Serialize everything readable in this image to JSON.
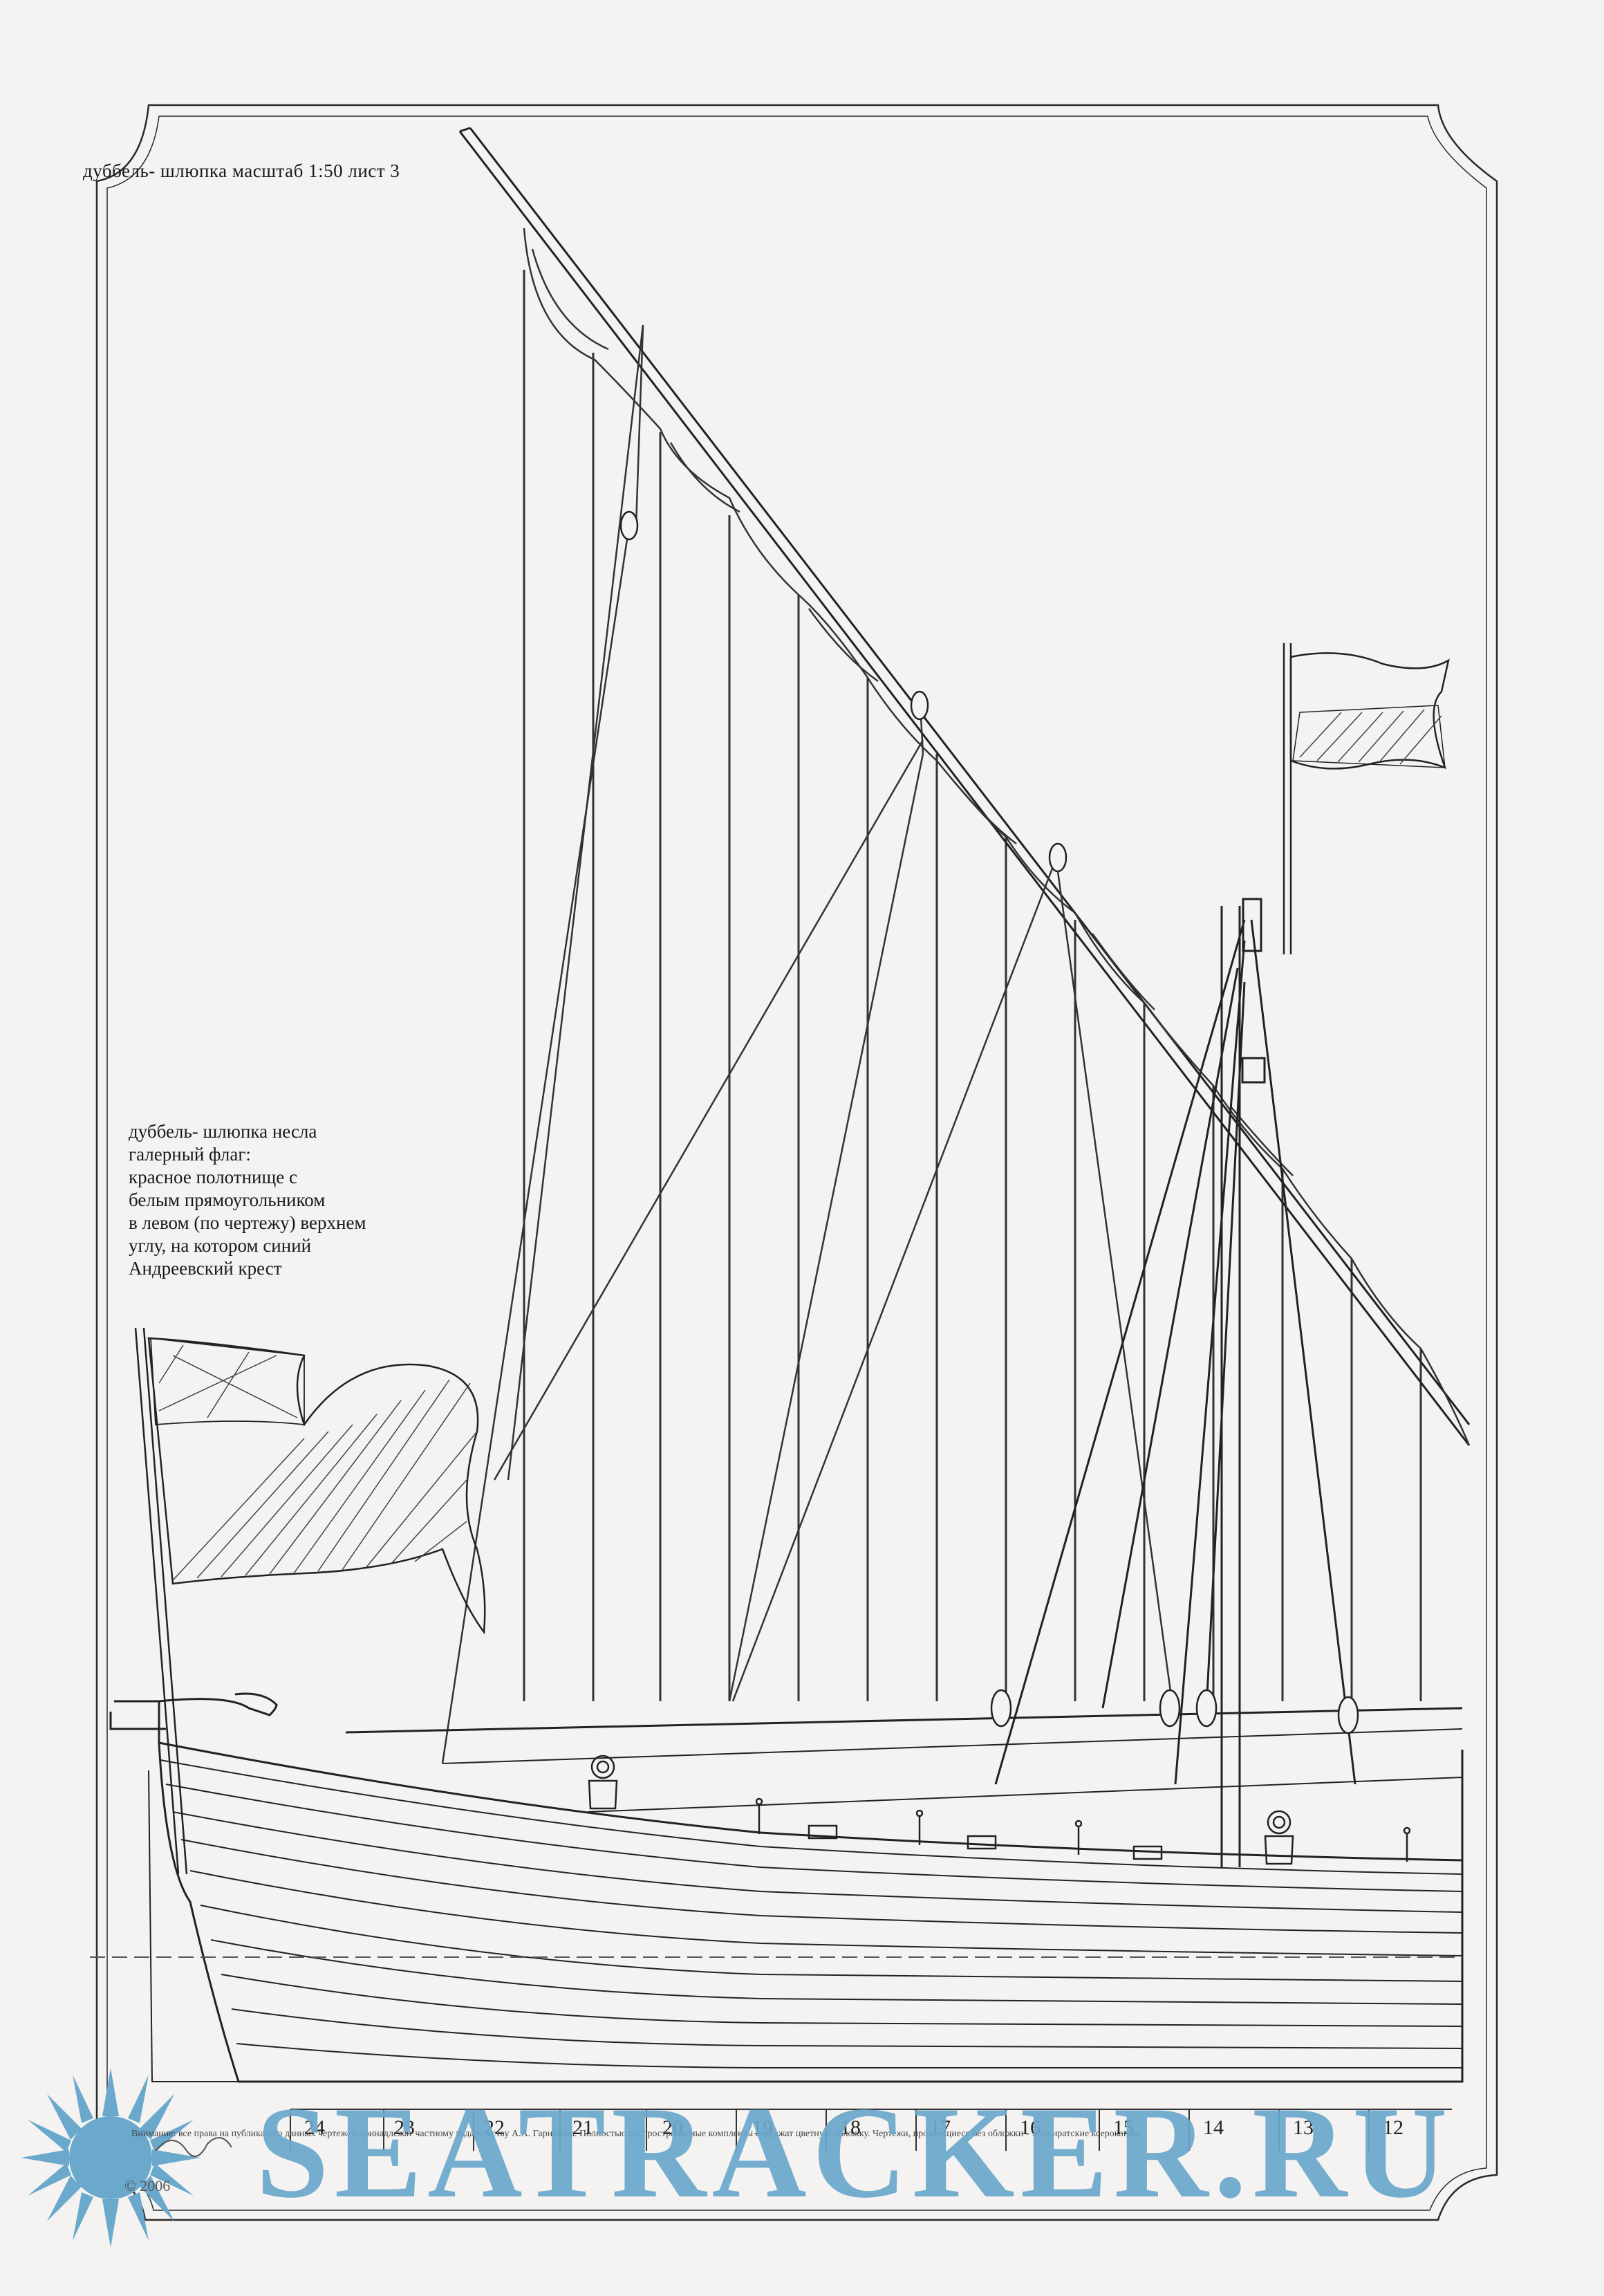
{
  "sheet_title": "дуббель- шлюпка   масштаб 1:50   лист 3",
  "flag_note": "дуббель- шлюпка несла\nгалерный флаг:\nкрасное полотнище с\nбелым прямоугольником\nв левом (по чертежу) верхнем\nуглу, на котором синий\nАндреевский крест",
  "stations": [
    "24",
    "23",
    "22",
    "21",
    "20",
    "19",
    "18",
    "17",
    "16",
    "15",
    "14",
    "13",
    "12"
  ],
  "copyright": "© 2006",
  "footnote": "Внимание: все права на публикацию данных чертежей принадлежат частному издательству А.А. Гарнакова. Полностью распространяемые комплекты содержат цветную обложку. Чертежи, продающиеся без обложки - это пиратские ксерокопии.",
  "watermark": "SEATRACKER.RU",
  "colors": {
    "line": "#2a2a2a",
    "paper": "#f4f3f1",
    "watermark": "#6aa8cc"
  }
}
